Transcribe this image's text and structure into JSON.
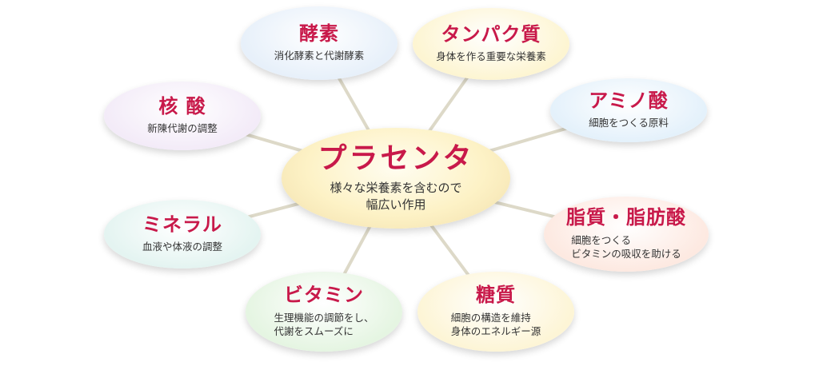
{
  "center": {
    "title": "プラセンタ",
    "description": "様々な栄養素を含むので\n幅広い作用"
  },
  "nodes": [
    {
      "id": "enzyme",
      "title": "酵素",
      "description": "消化酵素と代謝酵素",
      "color": "#e7f0fa"
    },
    {
      "id": "protein",
      "title": "タンパク質",
      "description": "身体を作る重要な栄養素",
      "color": "#fdf5d2"
    },
    {
      "id": "amino-acid",
      "title": "アミノ酸",
      "description": "細胞をつくる原料",
      "color": "#e4f1fb"
    },
    {
      "id": "lipid",
      "title": "脂質・脂肪酸",
      "description": "細胞をつくる\nビタミンの吸収を助ける",
      "color": "#fde9e1"
    },
    {
      "id": "sugar",
      "title": "糖質",
      "description": "細胞の構造を維持\n身体のエネルギー源",
      "color": "#fdf5d6"
    },
    {
      "id": "vitamin",
      "title": "ビタミン",
      "description": "生理機能の調節をし、\n代謝をスムーズに",
      "color": "#e5f5e2"
    },
    {
      "id": "mineral",
      "title": "ミネラル",
      "description": "血液や体液の調整",
      "color": "#e4f4f1"
    },
    {
      "id": "nucleic-acid",
      "title": "核 酸",
      "description": "新陳代謝の調整",
      "color": "#f3ebf8"
    }
  ],
  "colors": {
    "title": "#c8194a",
    "line": "#ddd9c8"
  }
}
